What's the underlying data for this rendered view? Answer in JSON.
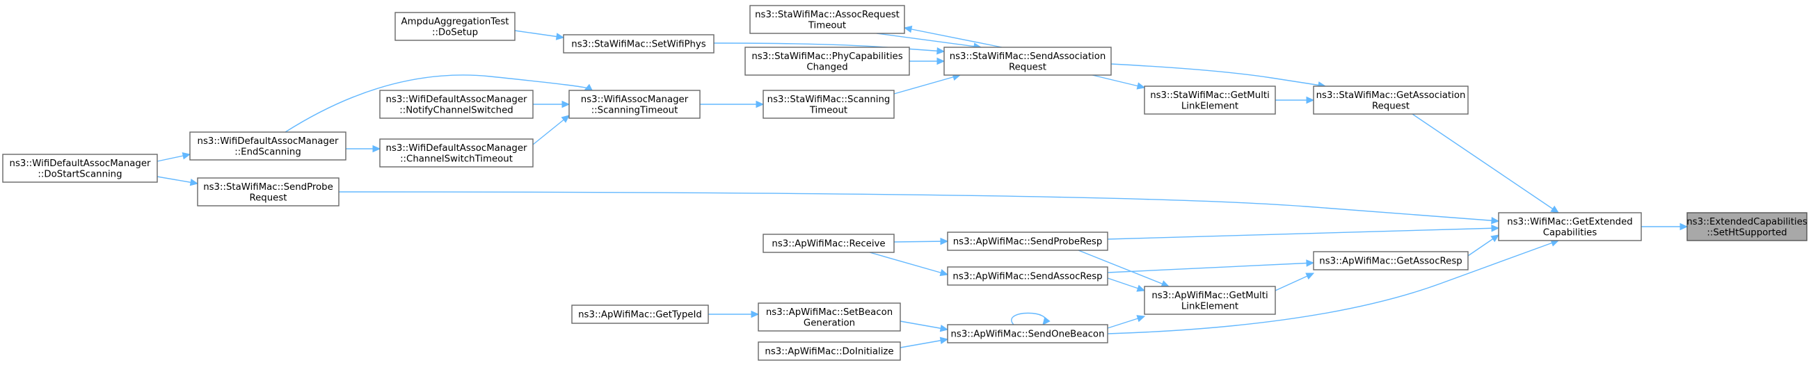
{
  "nodes": [
    {
      "id": "target",
      "lines": [
        "ns3::ExtendedCapabilities",
        "::SetHtSupported"
      ]
    },
    {
      "id": "getext",
      "lines": [
        "ns3::WifiMac::GetExtended",
        "Capabilities"
      ]
    },
    {
      "id": "getassocreq",
      "lines": [
        "ns3::StaWifiMac::GetAssociation",
        "Request"
      ]
    },
    {
      "id": "getassocresp",
      "lines": [
        "ns3::ApWifiMac::GetAssocResp"
      ]
    },
    {
      "id": "sendprobereq",
      "lines": [
        "ns3::StaWifiMac::SendProbe",
        "Request"
      ]
    },
    {
      "id": "sendproberesp",
      "lines": [
        "ns3::ApWifiMac::SendProbeResp"
      ]
    },
    {
      "id": "sendonebeacon",
      "lines": [
        "ns3::ApWifiMac::SendOneBeacon"
      ]
    },
    {
      "id": "stagetmulti",
      "lines": [
        "ns3::StaWifiMac::GetMulti",
        "LinkElement"
      ]
    },
    {
      "id": "apgetmulti",
      "lines": [
        "ns3::ApWifiMac::GetMulti",
        "LinkElement"
      ]
    },
    {
      "id": "sendassocresp",
      "lines": [
        "ns3::ApWifiMac::SendAssocResp"
      ]
    },
    {
      "id": "sendassocreq",
      "lines": [
        "ns3::StaWifiMac::SendAssociation",
        "Request"
      ]
    },
    {
      "id": "receive",
      "lines": [
        "ns3::ApWifiMac::Receive"
      ]
    },
    {
      "id": "setbeacongen",
      "lines": [
        "ns3::ApWifiMac::SetBeacon",
        "Generation"
      ]
    },
    {
      "id": "doinit",
      "lines": [
        "ns3::ApWifiMac::DoInitialize"
      ]
    },
    {
      "id": "gettypeid",
      "lines": [
        "ns3::ApWifiMac::GetTypeId"
      ]
    },
    {
      "id": "assocreqtimeout",
      "lines": [
        "ns3::StaWifiMac::AssocRequest",
        "Timeout"
      ]
    },
    {
      "id": "phycapchanged",
      "lines": [
        "ns3::StaWifiMac::PhyCapabilities",
        "Changed"
      ]
    },
    {
      "id": "scantimeout",
      "lines": [
        "ns3::StaWifiMac::Scanning",
        "Timeout"
      ]
    },
    {
      "id": "setwifiphys",
      "lines": [
        "ns3::StaWifiMac::SetWifiPhys"
      ]
    },
    {
      "id": "ampdusetup",
      "lines": [
        "AmpduAggregationTest",
        "::DoSetup"
      ]
    },
    {
      "id": "assocmgrscantimeout",
      "lines": [
        "ns3::WifiAssocManager",
        "::ScanningTimeout"
      ]
    },
    {
      "id": "notifychsw",
      "lines": [
        "ns3::WifiDefaultAssocManager",
        "::NotifyChannelSwitched"
      ]
    },
    {
      "id": "chswtimeout",
      "lines": [
        "ns3::WifiDefaultAssocManager",
        "::ChannelSwitchTimeout"
      ]
    },
    {
      "id": "endscanning",
      "lines": [
        "ns3::WifiDefaultAssocManager",
        "::EndScanning"
      ]
    },
    {
      "id": "dostartscanning",
      "lines": [
        "ns3::WifiDefaultAssocManager",
        "::DoStartScanning"
      ]
    }
  ],
  "edges": [
    {
      "from": "getext",
      "to": "target"
    },
    {
      "from": "getassocreq",
      "to": "getext"
    },
    {
      "from": "getassocresp",
      "to": "getext"
    },
    {
      "from": "sendprobereq",
      "to": "getext"
    },
    {
      "from": "sendproberesp",
      "to": "getext"
    },
    {
      "from": "sendonebeacon",
      "to": "getext"
    },
    {
      "from": "stagetmulti",
      "to": "getassocreq"
    },
    {
      "from": "sendassocreq",
      "to": "getassocreq"
    },
    {
      "from": "sendassocreq",
      "to": "stagetmulti"
    },
    {
      "from": "apgetmulti",
      "to": "getassocresp"
    },
    {
      "from": "sendassocresp",
      "to": "getassocresp"
    },
    {
      "from": "sendproberesp",
      "to": "apgetmulti"
    },
    {
      "from": "sendassocresp",
      "to": "apgetmulti"
    },
    {
      "from": "sendonebeacon",
      "to": "apgetmulti"
    },
    {
      "from": "sendonebeacon",
      "to": "sendonebeacon"
    },
    {
      "from": "receive",
      "to": "sendproberesp"
    },
    {
      "from": "receive",
      "to": "sendassocresp"
    },
    {
      "from": "setbeacongen",
      "to": "sendonebeacon"
    },
    {
      "from": "doinit",
      "to": "sendonebeacon"
    },
    {
      "from": "gettypeid",
      "to": "setbeacongen"
    },
    {
      "from": "assocreqtimeout",
      "to": "sendassocreq"
    },
    {
      "from": "sendassocreq",
      "to": "assocreqtimeout"
    },
    {
      "from": "phycapchanged",
      "to": "sendassocreq"
    },
    {
      "from": "scantimeout",
      "to": "sendassocreq"
    },
    {
      "from": "setwifiphys",
      "to": "sendassocreq"
    },
    {
      "from": "ampdusetup",
      "to": "setwifiphys"
    },
    {
      "from": "assocmgrscantimeout",
      "to": "scantimeout"
    },
    {
      "from": "notifychsw",
      "to": "assocmgrscantimeout"
    },
    {
      "from": "chswtimeout",
      "to": "assocmgrscantimeout"
    },
    {
      "from": "endscanning",
      "to": "assocmgrscantimeout"
    },
    {
      "from": "endscanning",
      "to": "chswtimeout"
    },
    {
      "from": "dostartscanning",
      "to": "endscanning"
    },
    {
      "from": "dostartscanning",
      "to": "sendprobereq"
    }
  ]
}
